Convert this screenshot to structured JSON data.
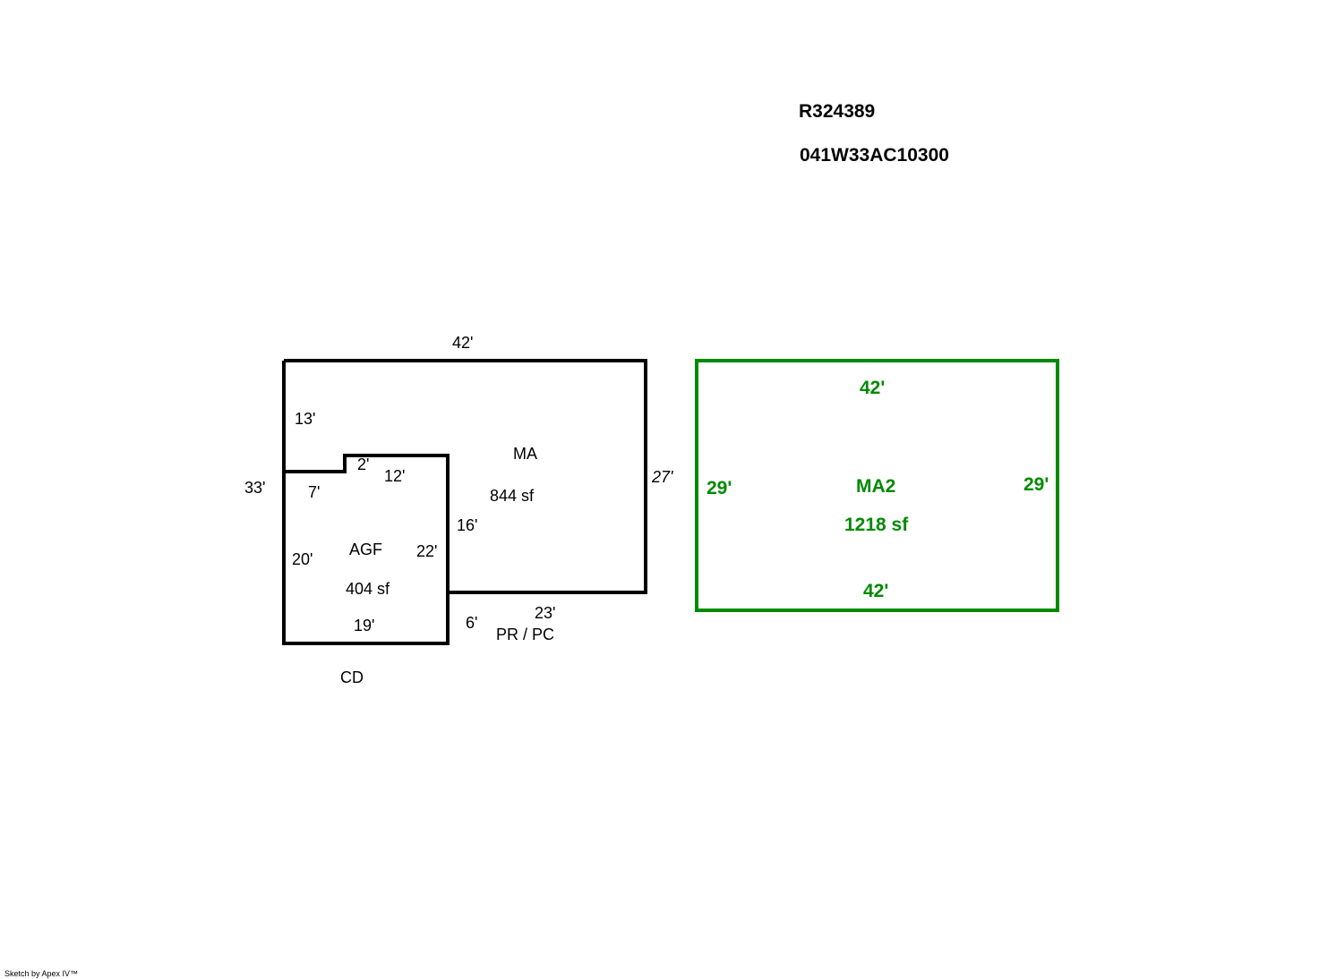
{
  "header": {
    "account_id": "R324389",
    "map_tax_lot": "041W33AC10300"
  },
  "colors": {
    "primary_outline": "#000000",
    "secondary_outline": "#008a00"
  },
  "areas": {
    "ma": {
      "code": "MA",
      "area": "844 sf",
      "dims": {
        "top": "42'",
        "left_upper": "13'",
        "left_total": "33'",
        "right": "27'",
        "inner": "16'",
        "bottom": "23'"
      }
    },
    "agf": {
      "code": "AGF",
      "area": "404 sf",
      "dims": {
        "notch_h": "2'",
        "top": "12'",
        "notch_w": "7'",
        "left": "20'",
        "right": "22'",
        "bottom": "19'",
        "stub": "6'"
      }
    },
    "ma2": {
      "code": "MA2",
      "area": "1218 sf",
      "dims": {
        "top": "42'",
        "left": "29'",
        "right": "29'",
        "bottom": "42'"
      }
    }
  },
  "annotations": {
    "porch": "PR / PC",
    "cd": "CD"
  },
  "footer": "Sketch by Apex IV™"
}
